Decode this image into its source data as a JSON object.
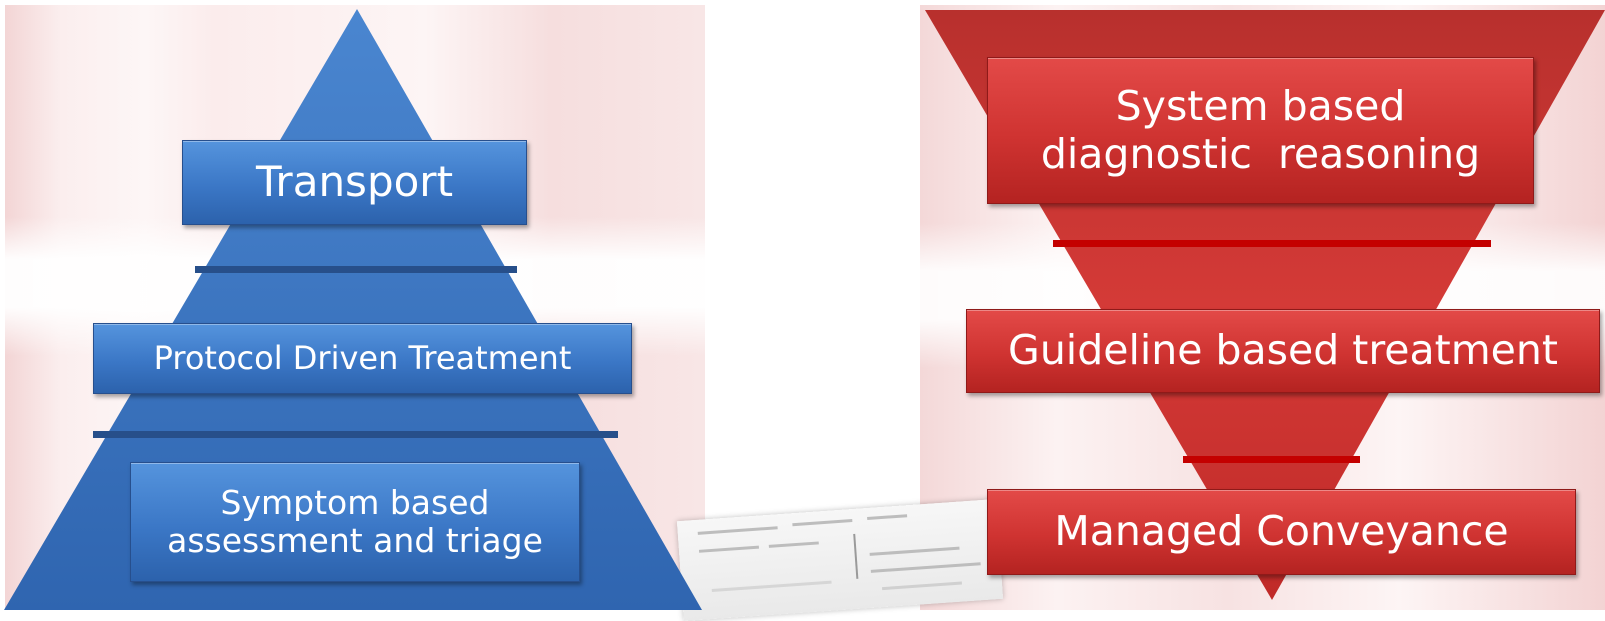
{
  "left_pyramid": {
    "top_box": "Transport",
    "middle_box": "Protocol Driven Treatment",
    "bottom_box_line1": "Symptom based",
    "bottom_box_line2": "assessment and triage",
    "colors": {
      "fill": "#3874c2",
      "separator": "#274f8a",
      "box_border": "#274f8d"
    }
  },
  "right_pyramid": {
    "top_box_line1": "System based",
    "top_box_line2": "diagnostic  reasoning",
    "middle_box": "Guideline based treatment",
    "bottom_box": "Managed Conveyance",
    "colors": {
      "fill": "#c62c2a",
      "separator": "#c40000",
      "box_border": "#8f1a19"
    }
  }
}
